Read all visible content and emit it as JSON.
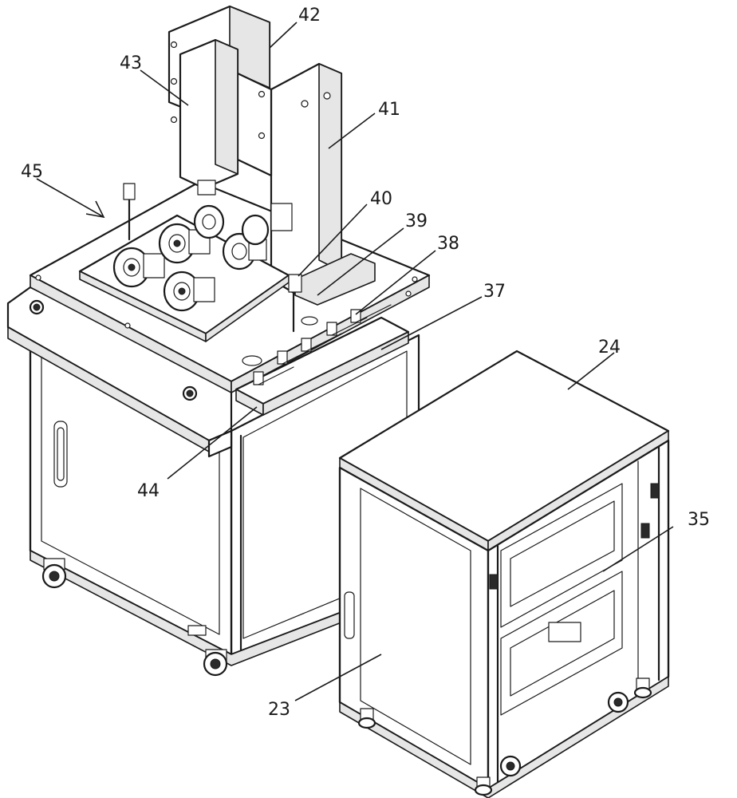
{
  "labels": {
    "l42": "42",
    "l43": "43",
    "l41": "41",
    "l45": "45",
    "l40": "40",
    "l39": "39",
    "l38": "38",
    "l37": "37",
    "l24": "24",
    "l35": "35",
    "l44": "44",
    "l23": "23"
  }
}
